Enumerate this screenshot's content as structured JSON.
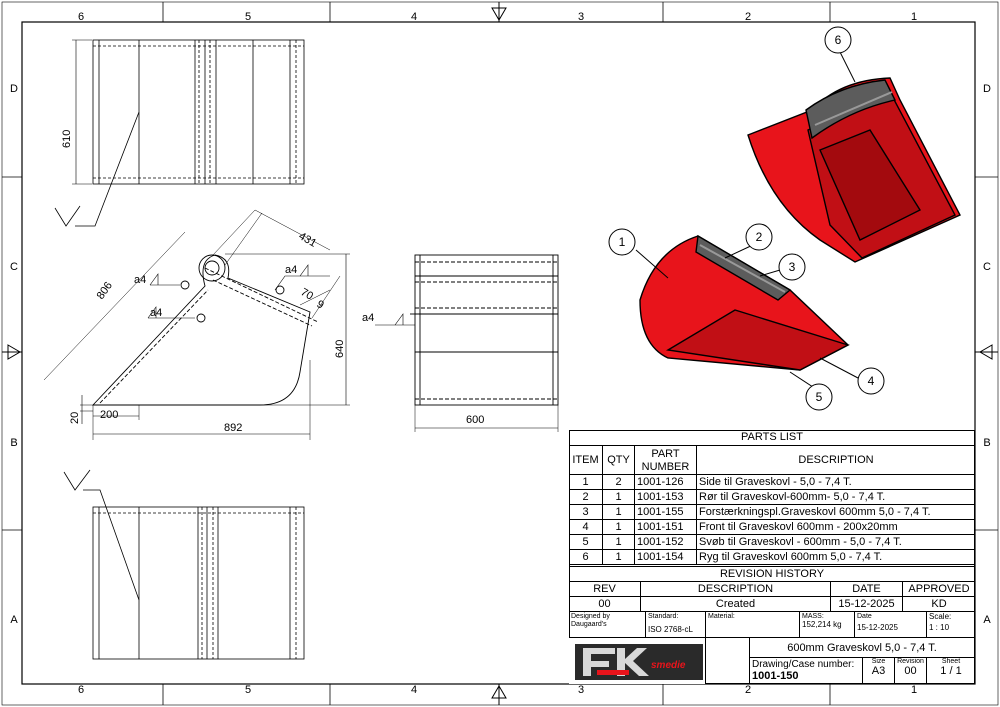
{
  "zones": {
    "columns": [
      "6",
      "5",
      "4",
      "3",
      "2",
      "1"
    ],
    "rows": [
      "D",
      "C",
      "B",
      "A"
    ]
  },
  "dimensions": {
    "front_height": "610",
    "side_806": "806",
    "side_431": "431",
    "side_70": "70",
    "side_9": "9",
    "side_640": "640",
    "side_20": "20",
    "side_200": "200",
    "side_892": "892",
    "weld_a4": "a4",
    "top_width": "600"
  },
  "balloons": [
    "1",
    "2",
    "3",
    "4",
    "5",
    "6"
  ],
  "parts_list": {
    "title": "PARTS LIST",
    "headers": {
      "item": "ITEM",
      "qty": "QTY",
      "part_line1": "PART",
      "part_line2": "NUMBER",
      "desc": "DESCRIPTION"
    },
    "rows": [
      {
        "item": "1",
        "qty": "2",
        "part": "1001-126",
        "desc": "Side til Graveskovl - 5,0 - 7,4 T."
      },
      {
        "item": "2",
        "qty": "1",
        "part": "1001-153",
        "desc": "Rør til Graveskovl-600mm- 5,0 - 7,4 T."
      },
      {
        "item": "3",
        "qty": "1",
        "part": "1001-155",
        "desc": "Forstærkningspl.Graveskovl 600mm 5,0 - 7,4 T."
      },
      {
        "item": "4",
        "qty": "1",
        "part": "1001-151",
        "desc": "Front til Graveskovl 600mm - 200x20mm"
      },
      {
        "item": "5",
        "qty": "1",
        "part": "1001-152",
        "desc": "Svøb til Graveskovl - 600mm - 5,0 - 7,4 T."
      },
      {
        "item": "6",
        "qty": "1",
        "part": "1001-154",
        "desc": "Ryg til Graveskovl 600mm 5,0 - 7,4 T."
      }
    ]
  },
  "revision_history": {
    "title": "REVISION HISTORY",
    "headers": {
      "rev": "REV",
      "desc": "DESCRIPTION",
      "date": "DATE",
      "approved": "APPROVED"
    },
    "row": {
      "rev": "00",
      "desc": "Created",
      "date": "15-12-2025",
      "approved": "KD"
    }
  },
  "title_block": {
    "designed_by_label": "Designed by",
    "designed_by_value": "Daugaard's",
    "standard_label": "Standard:",
    "standard_value": "ISO 2768-cL",
    "material_label": "Material:",
    "mass_label": "MASS:",
    "mass_value": "152,214 kg",
    "date_label": "Date",
    "date_value": "15-12-2025",
    "scale_label": "Scale:",
    "scale_value": "1 : 10",
    "title": "600mm Graveskovl 5,0 - 7,4 T.",
    "drawing_label": "Drawing/Case number:",
    "drawing_number": "1001-150",
    "size_label": "Size",
    "size_value": "A3",
    "revision_label": "Revision",
    "revision_value": "00",
    "sheet_label": "Sheet",
    "sheet_value": "1 / 1",
    "logo_text": "smedie"
  },
  "colors": {
    "part_red": "#e8141b",
    "part_dark_red": "#a30a0e",
    "tube_grey": "#5c5c5c",
    "line": "#000000"
  }
}
